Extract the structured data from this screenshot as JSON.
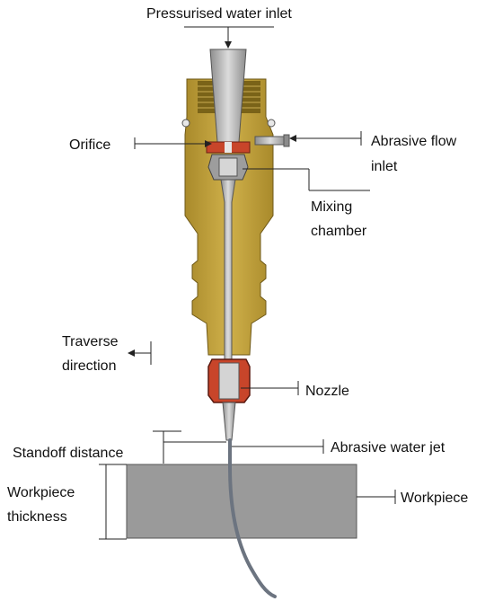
{
  "diagram": {
    "labels": {
      "water_inlet": "Pressurised water inlet",
      "orifice": "Orifice",
      "abrasive_inlet_1": "Abrasive flow",
      "abrasive_inlet_2": "inlet",
      "mixing_1": "Mixing",
      "mixing_2": "chamber",
      "traverse_1": "Traverse",
      "traverse_2": "direction",
      "nozzle": "Nozzle",
      "standoff": "Standoff distance",
      "jet": "Abrasive water jet",
      "thickness_1": "Workpiece",
      "thickness_2": "thickness",
      "workpiece": "Workpiece"
    },
    "colors": {
      "body": "#c4a43c",
      "body_dark": "#8a6f1f",
      "red_ring": "#c8452a",
      "steel": "#b9b9b9",
      "workpiece": "#9a9a9a",
      "jet": "#6c7480"
    }
  }
}
